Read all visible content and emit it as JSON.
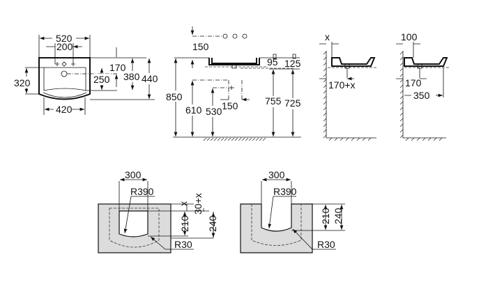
{
  "top_view": {
    "width_overall": "520",
    "tap_spacing": "200",
    "bowl_depth": "320",
    "tap_offset": "170",
    "drain_offset": "250",
    "depth_inner": "380",
    "depth_overall": "440",
    "bowl_width": "420"
  },
  "front_view": {
    "tap_height_offset": "150",
    "basin_height": "95",
    "counter_drop": "125",
    "floor_to_top": "850",
    "waste_height_1": "610",
    "waste_height_2": "530",
    "waste_spacing": "150",
    "rim_height": "755",
    "counter_height": "725"
  },
  "side_view_1": {
    "wall_gap": "x",
    "drain_distance": "170+x"
  },
  "side_view_2": {
    "wall_gap": "100",
    "drain_distance": "170",
    "depth": "350"
  },
  "cutout_1": {
    "width": "300",
    "radius_large": "R390",
    "offset_x": "x",
    "offset_30x": "30+x",
    "depth_210": "210",
    "depth_240": "240",
    "radius_small": "R30"
  },
  "cutout_2": {
    "width": "300",
    "radius_large": "R390",
    "depth_210": "210",
    "depth_240": "240",
    "radius_small": "R30"
  },
  "colors": {
    "line": "#111111",
    "counter_fill": "#dcdcdc"
  }
}
